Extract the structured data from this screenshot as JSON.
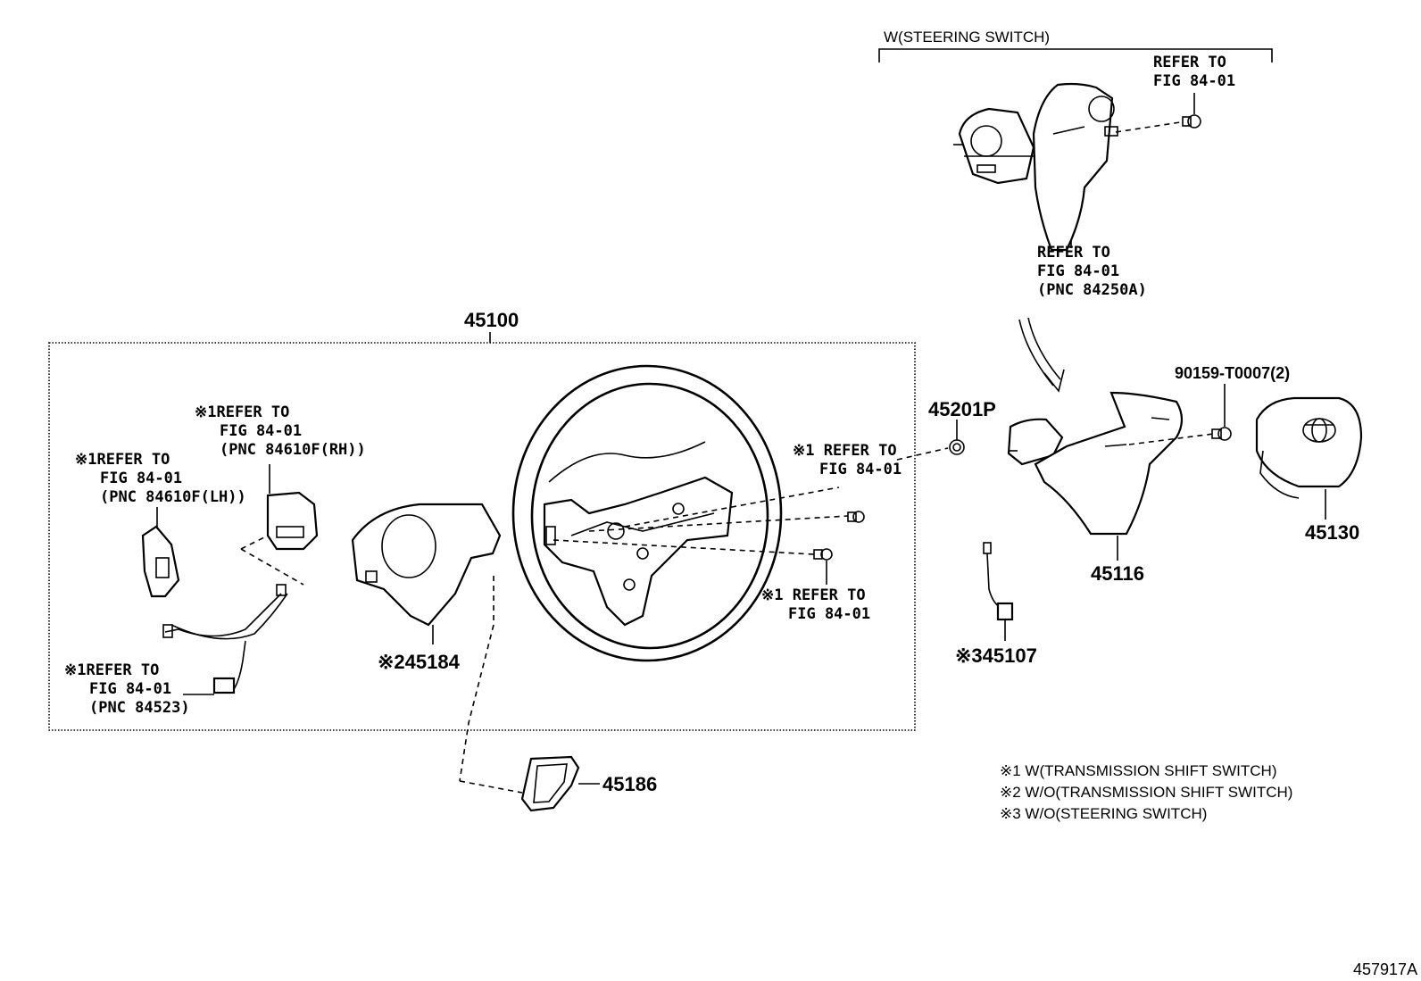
{
  "header": {
    "steering_switch_group": "W(STEERING SWITCH)"
  },
  "refs": {
    "top_right_1": [
      "REFER TO",
      "FIG 84-01"
    ],
    "top_right_2": [
      "REFER TO",
      "FIG 84-01",
      "(PNC 84250A)"
    ],
    "rh_switch": [
      "※1REFER TO",
      "FIG 84-01",
      "(PNC 84610F(RH))"
    ],
    "lh_switch": [
      "※1REFER TO",
      "FIG 84-01",
      "(PNC 84610F(LH))"
    ],
    "wire": [
      "※1REFER TO",
      "FIG 84-01",
      "(PNC 84523)"
    ],
    "screw_upper": [
      "※1 REFER TO",
      "FIG 84-01"
    ],
    "screw_lower": [
      "※1 REFER TO",
      "FIG 84-01"
    ]
  },
  "parts": {
    "p45100": "45100",
    "p45201p": "45201P",
    "p90159": "90159-T0007(2)",
    "p45116": "45116",
    "p45130": "45130",
    "p45184": "※245184",
    "p45107": "※345107",
    "p45186": "45186"
  },
  "legend": [
    "※1 W(TRANSMISSION SHIFT SWITCH)",
    "※2 W/O(TRANSMISSION SHIFT SWITCH)",
    "※3 W/O(STEERING SWITCH)"
  ],
  "figure_id": "457917A"
}
